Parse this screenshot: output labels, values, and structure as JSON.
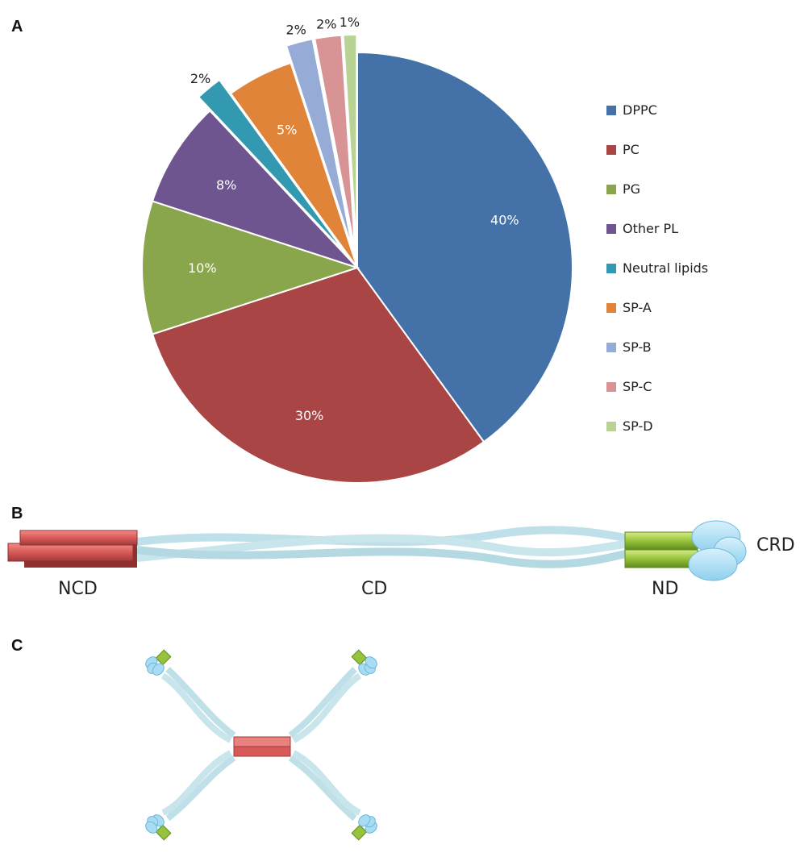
{
  "panels": {
    "a": "A",
    "b": "B",
    "c": "C"
  },
  "chart_data": {
    "type": "pie",
    "title": "",
    "legend_placement": "right",
    "start_angle_deg": 0,
    "direction": "clockwise",
    "slices": [
      {
        "label": "DPPC",
        "value": 40,
        "display": "40%",
        "color": "#4472A8",
        "text_color": "#ffffff",
        "exploded": false
      },
      {
        "label": "PC",
        "value": 30,
        "display": "30%",
        "color": "#A94545",
        "text_color": "#ffffff",
        "exploded": false
      },
      {
        "label": "PG",
        "value": 10,
        "display": "10%",
        "color": "#8AA64C",
        "text_color": "#ffffff",
        "exploded": false
      },
      {
        "label": "Other PL",
        "value": 8,
        "display": "8%",
        "color": "#6F5590",
        "text_color": "#ffffff",
        "exploded": false
      },
      {
        "label": "Neutral lipids",
        "value": 2,
        "display": "2%",
        "color": "#3399B0",
        "text_color": "#222222",
        "exploded": true
      },
      {
        "label": "SP-A",
        "value": 5,
        "display": "5%",
        "color": "#E0843A",
        "text_color": "#ffffff",
        "exploded": false
      },
      {
        "label": "SP-B",
        "value": 2,
        "display": "2%",
        "color": "#96ACD6",
        "text_color": "#222222",
        "exploded": true
      },
      {
        "label": "SP-C",
        "value": 2,
        "display": "2%",
        "color": "#D89494",
        "text_color": "#222222",
        "exploded": true
      },
      {
        "label": "SP-D",
        "value": 1,
        "display": "1%",
        "color": "#B8D393",
        "text_color": "#222222",
        "exploded": true
      }
    ]
  },
  "diagram_b": {
    "ncd": "NCD",
    "cd": "CD",
    "nd": "ND",
    "crd": "CRD"
  },
  "colors": {
    "collagen": "#BFE0E8",
    "ncd": "#D85A58",
    "nd": "#97C23C",
    "crd": "#A8DCF2"
  }
}
